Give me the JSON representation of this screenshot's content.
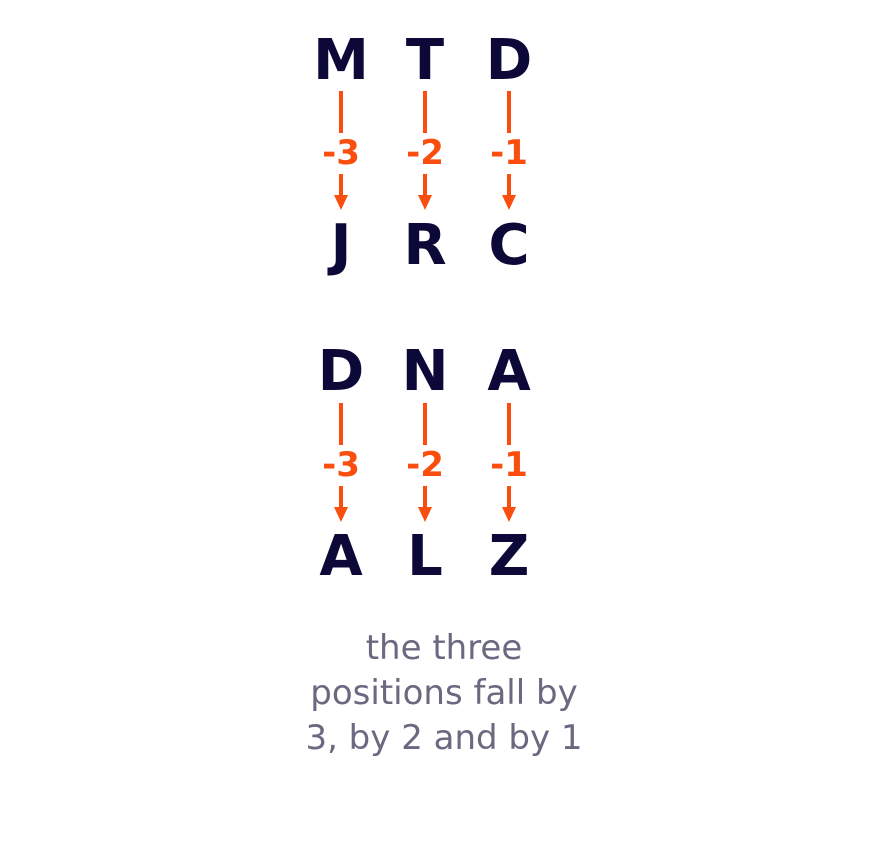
{
  "groups": [
    {
      "columns": [
        {
          "top": "M",
          "shift": "-3",
          "bottom": "J"
        },
        {
          "top": "T",
          "shift": "-2",
          "bottom": "R"
        },
        {
          "top": "D",
          "shift": "-1",
          "bottom": "C"
        }
      ]
    },
    {
      "columns": [
        {
          "top": "D",
          "shift": "-3",
          "bottom": "A"
        },
        {
          "top": "N",
          "shift": "-2",
          "bottom": "L"
        },
        {
          "top": "A",
          "shift": "-1",
          "bottom": "Z"
        }
      ]
    }
  ],
  "caption": "the three positions fall by 3, by 2 and by 1",
  "colors": {
    "letter": "#0c0838",
    "shift": "#fa4e0f",
    "caption": "#6b6980"
  }
}
